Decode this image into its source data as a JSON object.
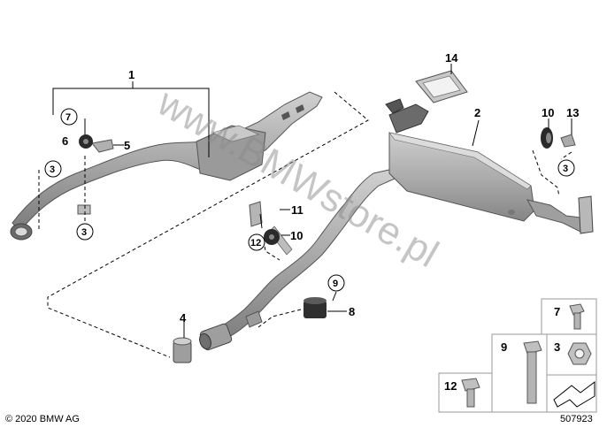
{
  "watermark": "www.BMWstore.pl",
  "copyright": "© 2020 BMW AG",
  "diagram_number": "507923",
  "part_labels": {
    "p1": "1",
    "p2": "2",
    "p3a": "3",
    "p3b": "3",
    "p3c": "3",
    "p4": "4",
    "p5": "5",
    "p6": "6",
    "p7": "7",
    "p8": "8",
    "p9": "9",
    "p10a": "10",
    "p10b": "10",
    "p11": "11",
    "p12": "12",
    "p13": "13",
    "p14": "14"
  },
  "legend": {
    "l7": "7",
    "l9": "9",
    "l3": "3",
    "l12": "12"
  },
  "colors": {
    "part_fill": "#b5b5b5",
    "part_dark": "#8a8a8a",
    "part_light": "#d6d6d6"
  }
}
